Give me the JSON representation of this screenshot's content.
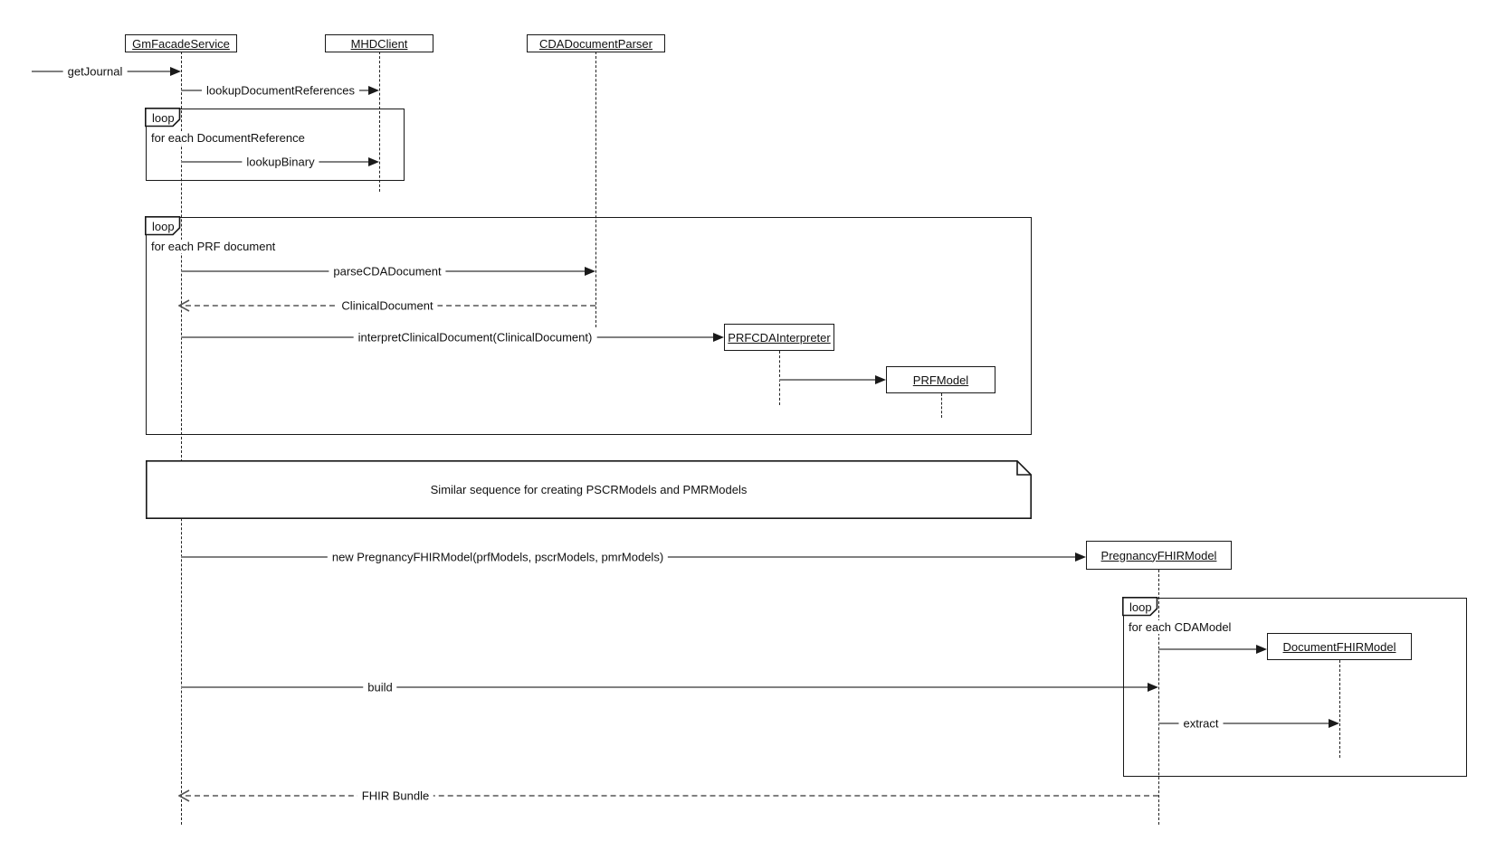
{
  "diagram_type": "uml-sequence-diagram",
  "participants": {
    "gm": {
      "label": "GmFacadeService"
    },
    "mhd": {
      "label": "MHDClient"
    },
    "cda": {
      "label": "CDADocumentParser"
    },
    "prfcda": {
      "label": "PRFCDAInterpreter"
    },
    "prfmodel": {
      "label": "PRFModel"
    },
    "preg": {
      "label": "PregnancyFHIRModel"
    },
    "doc": {
      "label": "DocumentFHIRModel"
    }
  },
  "messages": {
    "get_journal": {
      "label": "getJournal"
    },
    "lookup_document_references": {
      "label": "lookupDocumentReferences"
    },
    "lookup_binary": {
      "label": "lookupBinary"
    },
    "parse_cda_document": {
      "label": "parseCDADocument"
    },
    "clinical_document": {
      "label": "ClinicalDocument"
    },
    "interpret_clinical_document": {
      "label": "interpretClinicalDocument(ClinicalDocument)"
    },
    "new_pregnancy_fhir_model": {
      "label": "new PregnancyFHIRModel(prfModels, pscrModels, pmrModels)"
    },
    "build": {
      "label": "build"
    },
    "extract": {
      "label": "extract"
    },
    "fhir_bundle": {
      "label": "FHIR Bundle"
    }
  },
  "loops": {
    "loop1": {
      "keyword": "loop",
      "condition": "for each DocumentReference"
    },
    "loop2": {
      "keyword": "loop",
      "condition": "for each PRF document"
    },
    "loop3": {
      "keyword": "loop",
      "condition": "for each CDAModel"
    }
  },
  "note": {
    "text": "Similar sequence for creating PSCRModels and PMRModels"
  },
  "colors": {
    "message_line": "#808080",
    "frame_border": "#181818",
    "background": "#ffffff"
  }
}
